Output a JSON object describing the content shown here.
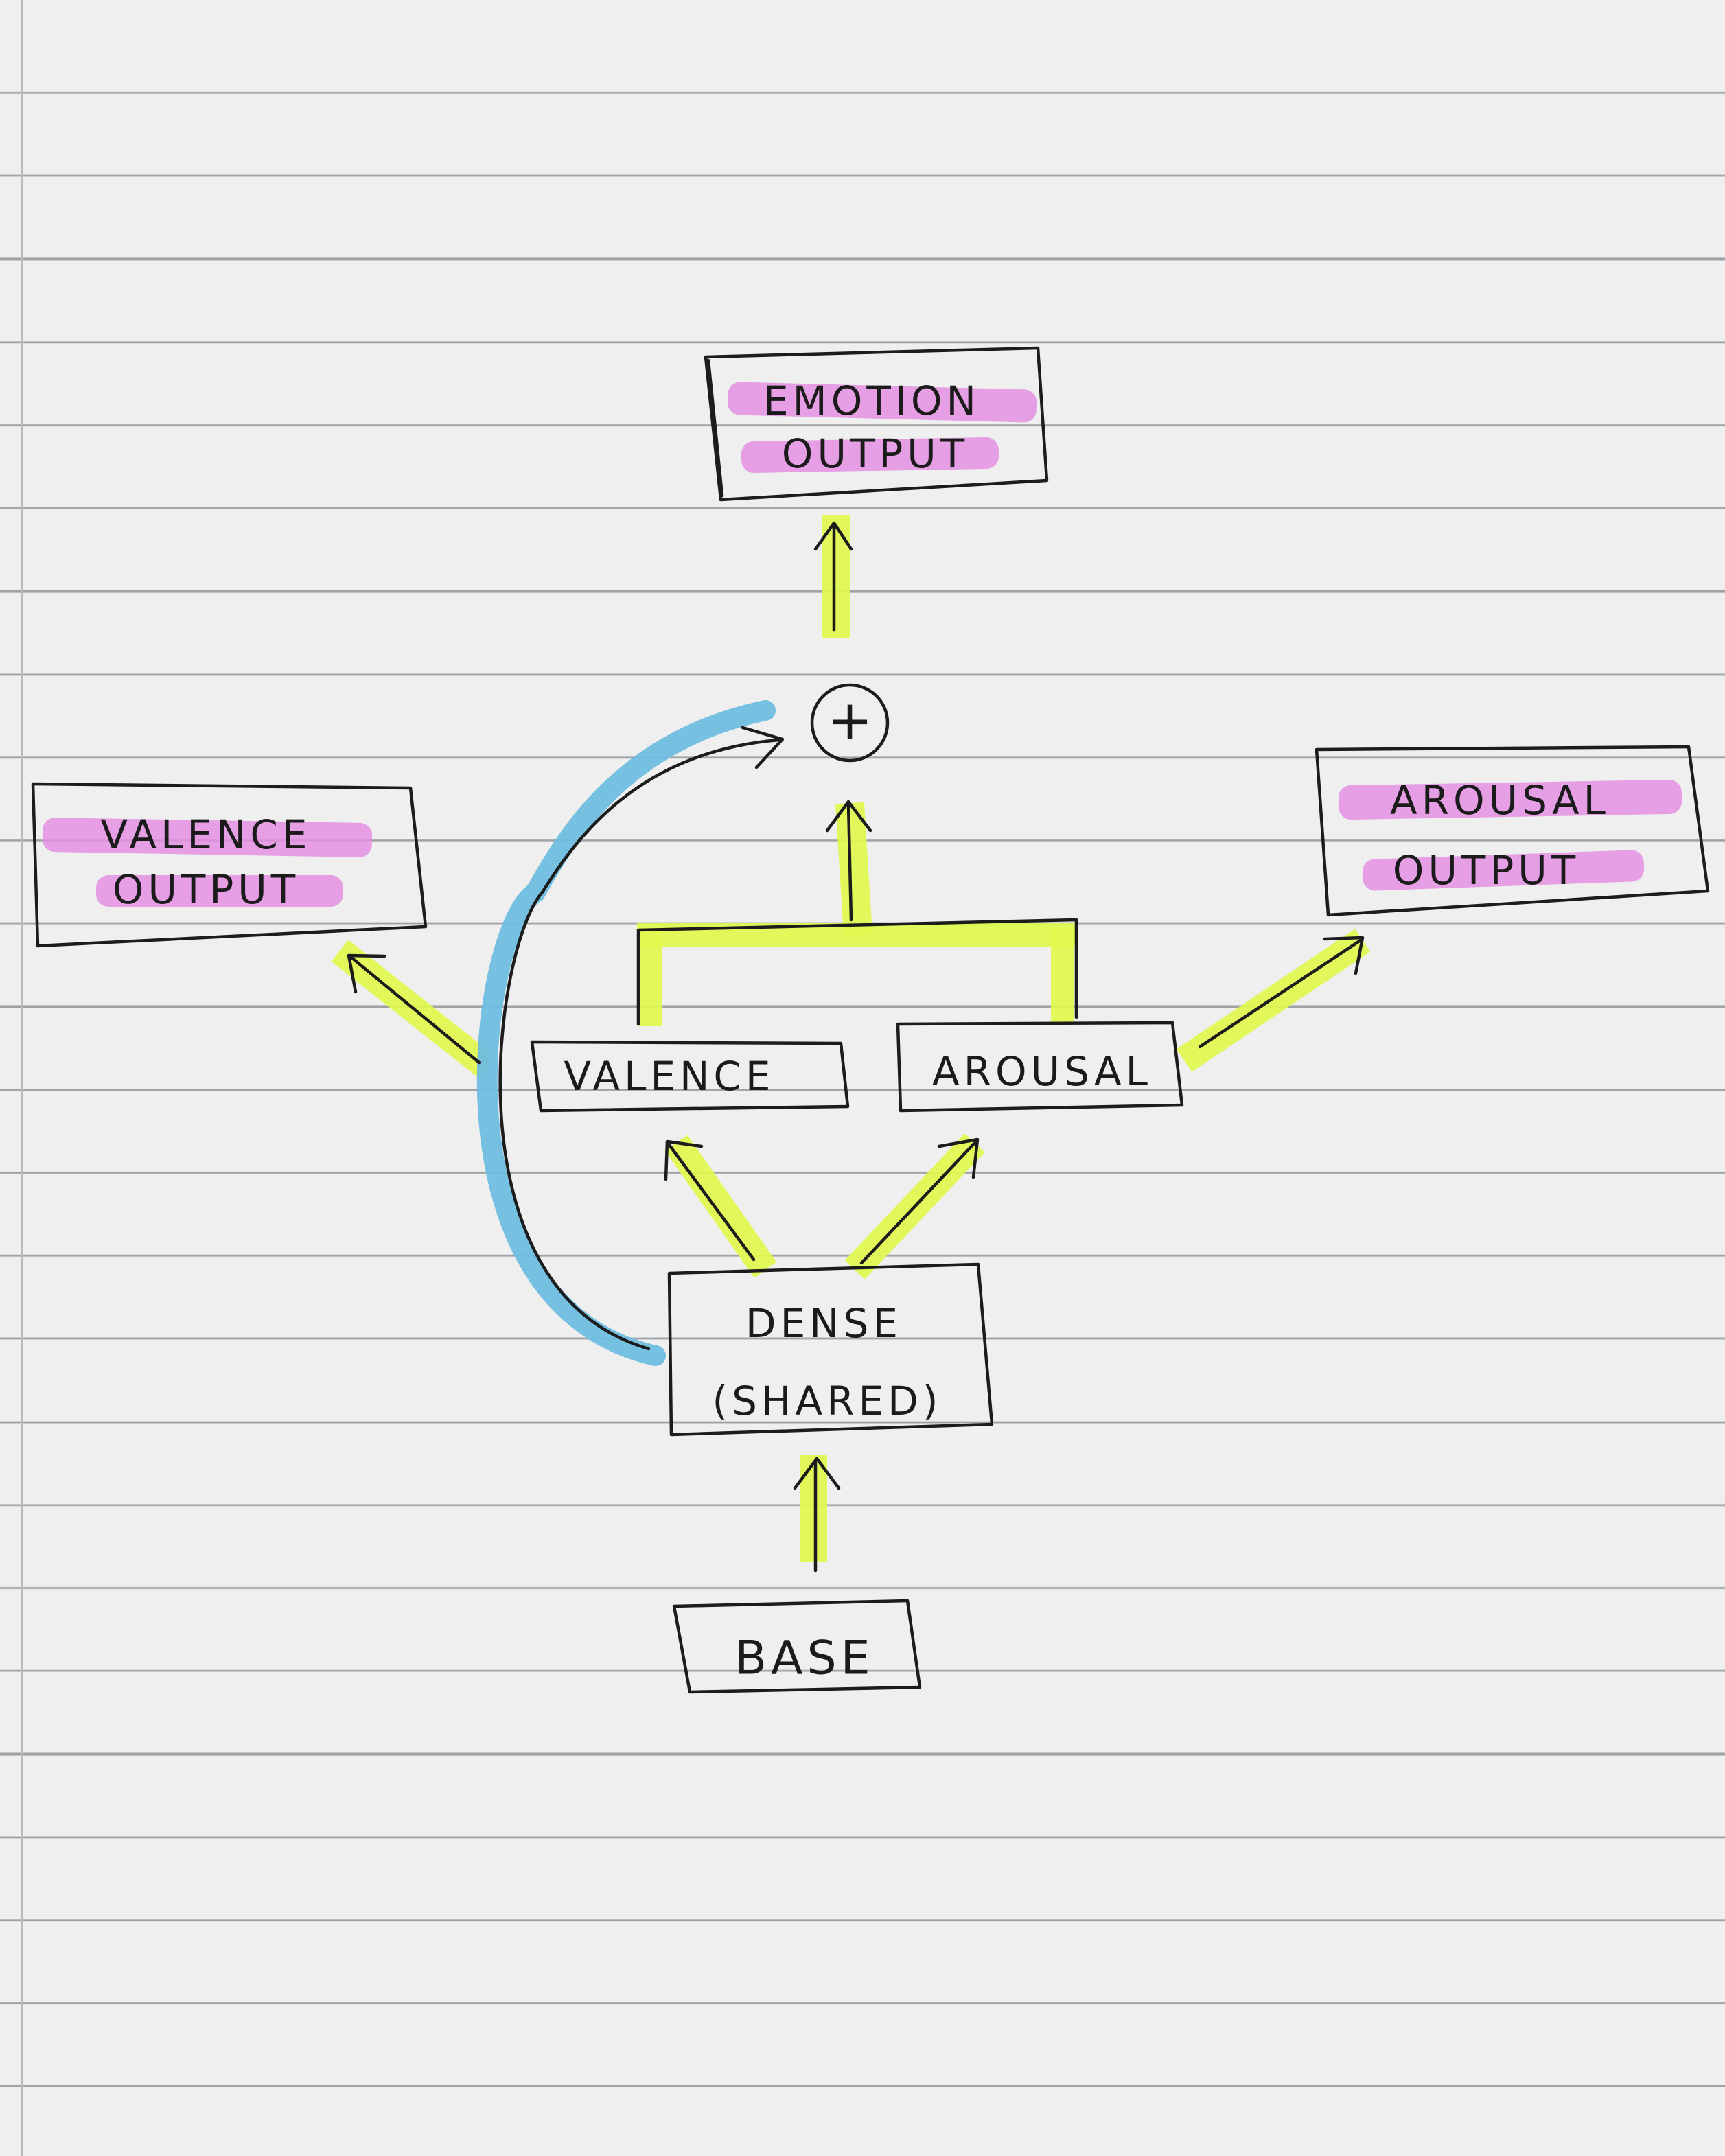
{
  "nodes": {
    "emotion_output": [
      "EMOTION",
      "OUTPUT"
    ],
    "valence_output": [
      "VALENCE",
      "OUTPUT"
    ],
    "arousal_output": [
      "AROUSAL",
      "OUTPUT"
    ],
    "valence": "VALENCE",
    "arousal": "AROUSAL",
    "dense_shared": [
      "DENSE",
      "(SHARED)"
    ],
    "base": "BASE",
    "add_operator": "+"
  },
  "colors": {
    "highlighter_yellow": "#e1f84d",
    "highlighter_blue": "#6fbde0",
    "highlighter_pink": "#e48fe2",
    "ink": "#1c1c1c",
    "paper": "#eeefee",
    "rule_lines": "#9ea2a6"
  }
}
